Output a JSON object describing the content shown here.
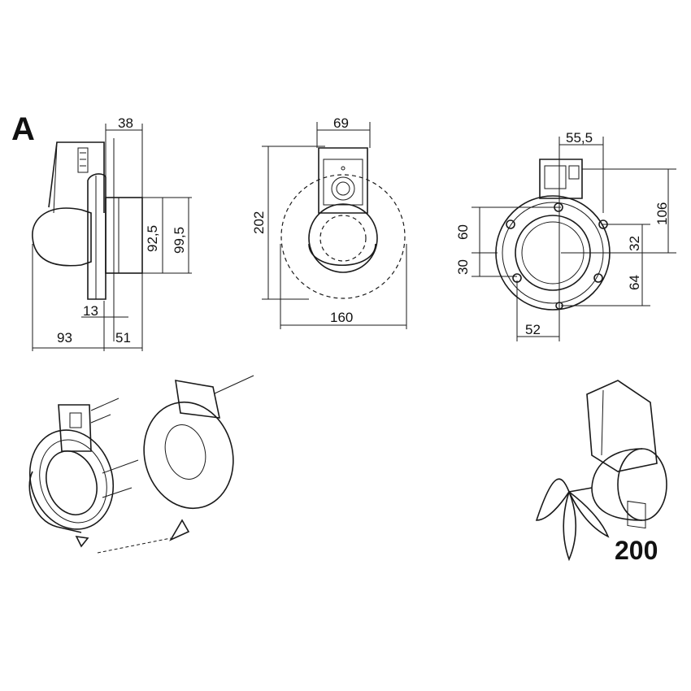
{
  "panel_letter": "A",
  "model_label": "200",
  "side_view_dims": {
    "flange_width": "38",
    "inner_diameter": "92,5",
    "outer_diameter": "99,5",
    "flange_thickness": "13",
    "motor_depth": "93",
    "tunnel_depth": "51"
  },
  "front_view_dims": {
    "bracket_width": "69",
    "height": "202",
    "width": "160"
  },
  "rear_view_dims": {
    "bracket_offset": "55,5",
    "bracket_height": "106",
    "upper_hole": "60",
    "lower_hole": "30",
    "hole_spacing_upper": "32",
    "hole_spacing_lower": "64",
    "bottom_offset": "52"
  }
}
